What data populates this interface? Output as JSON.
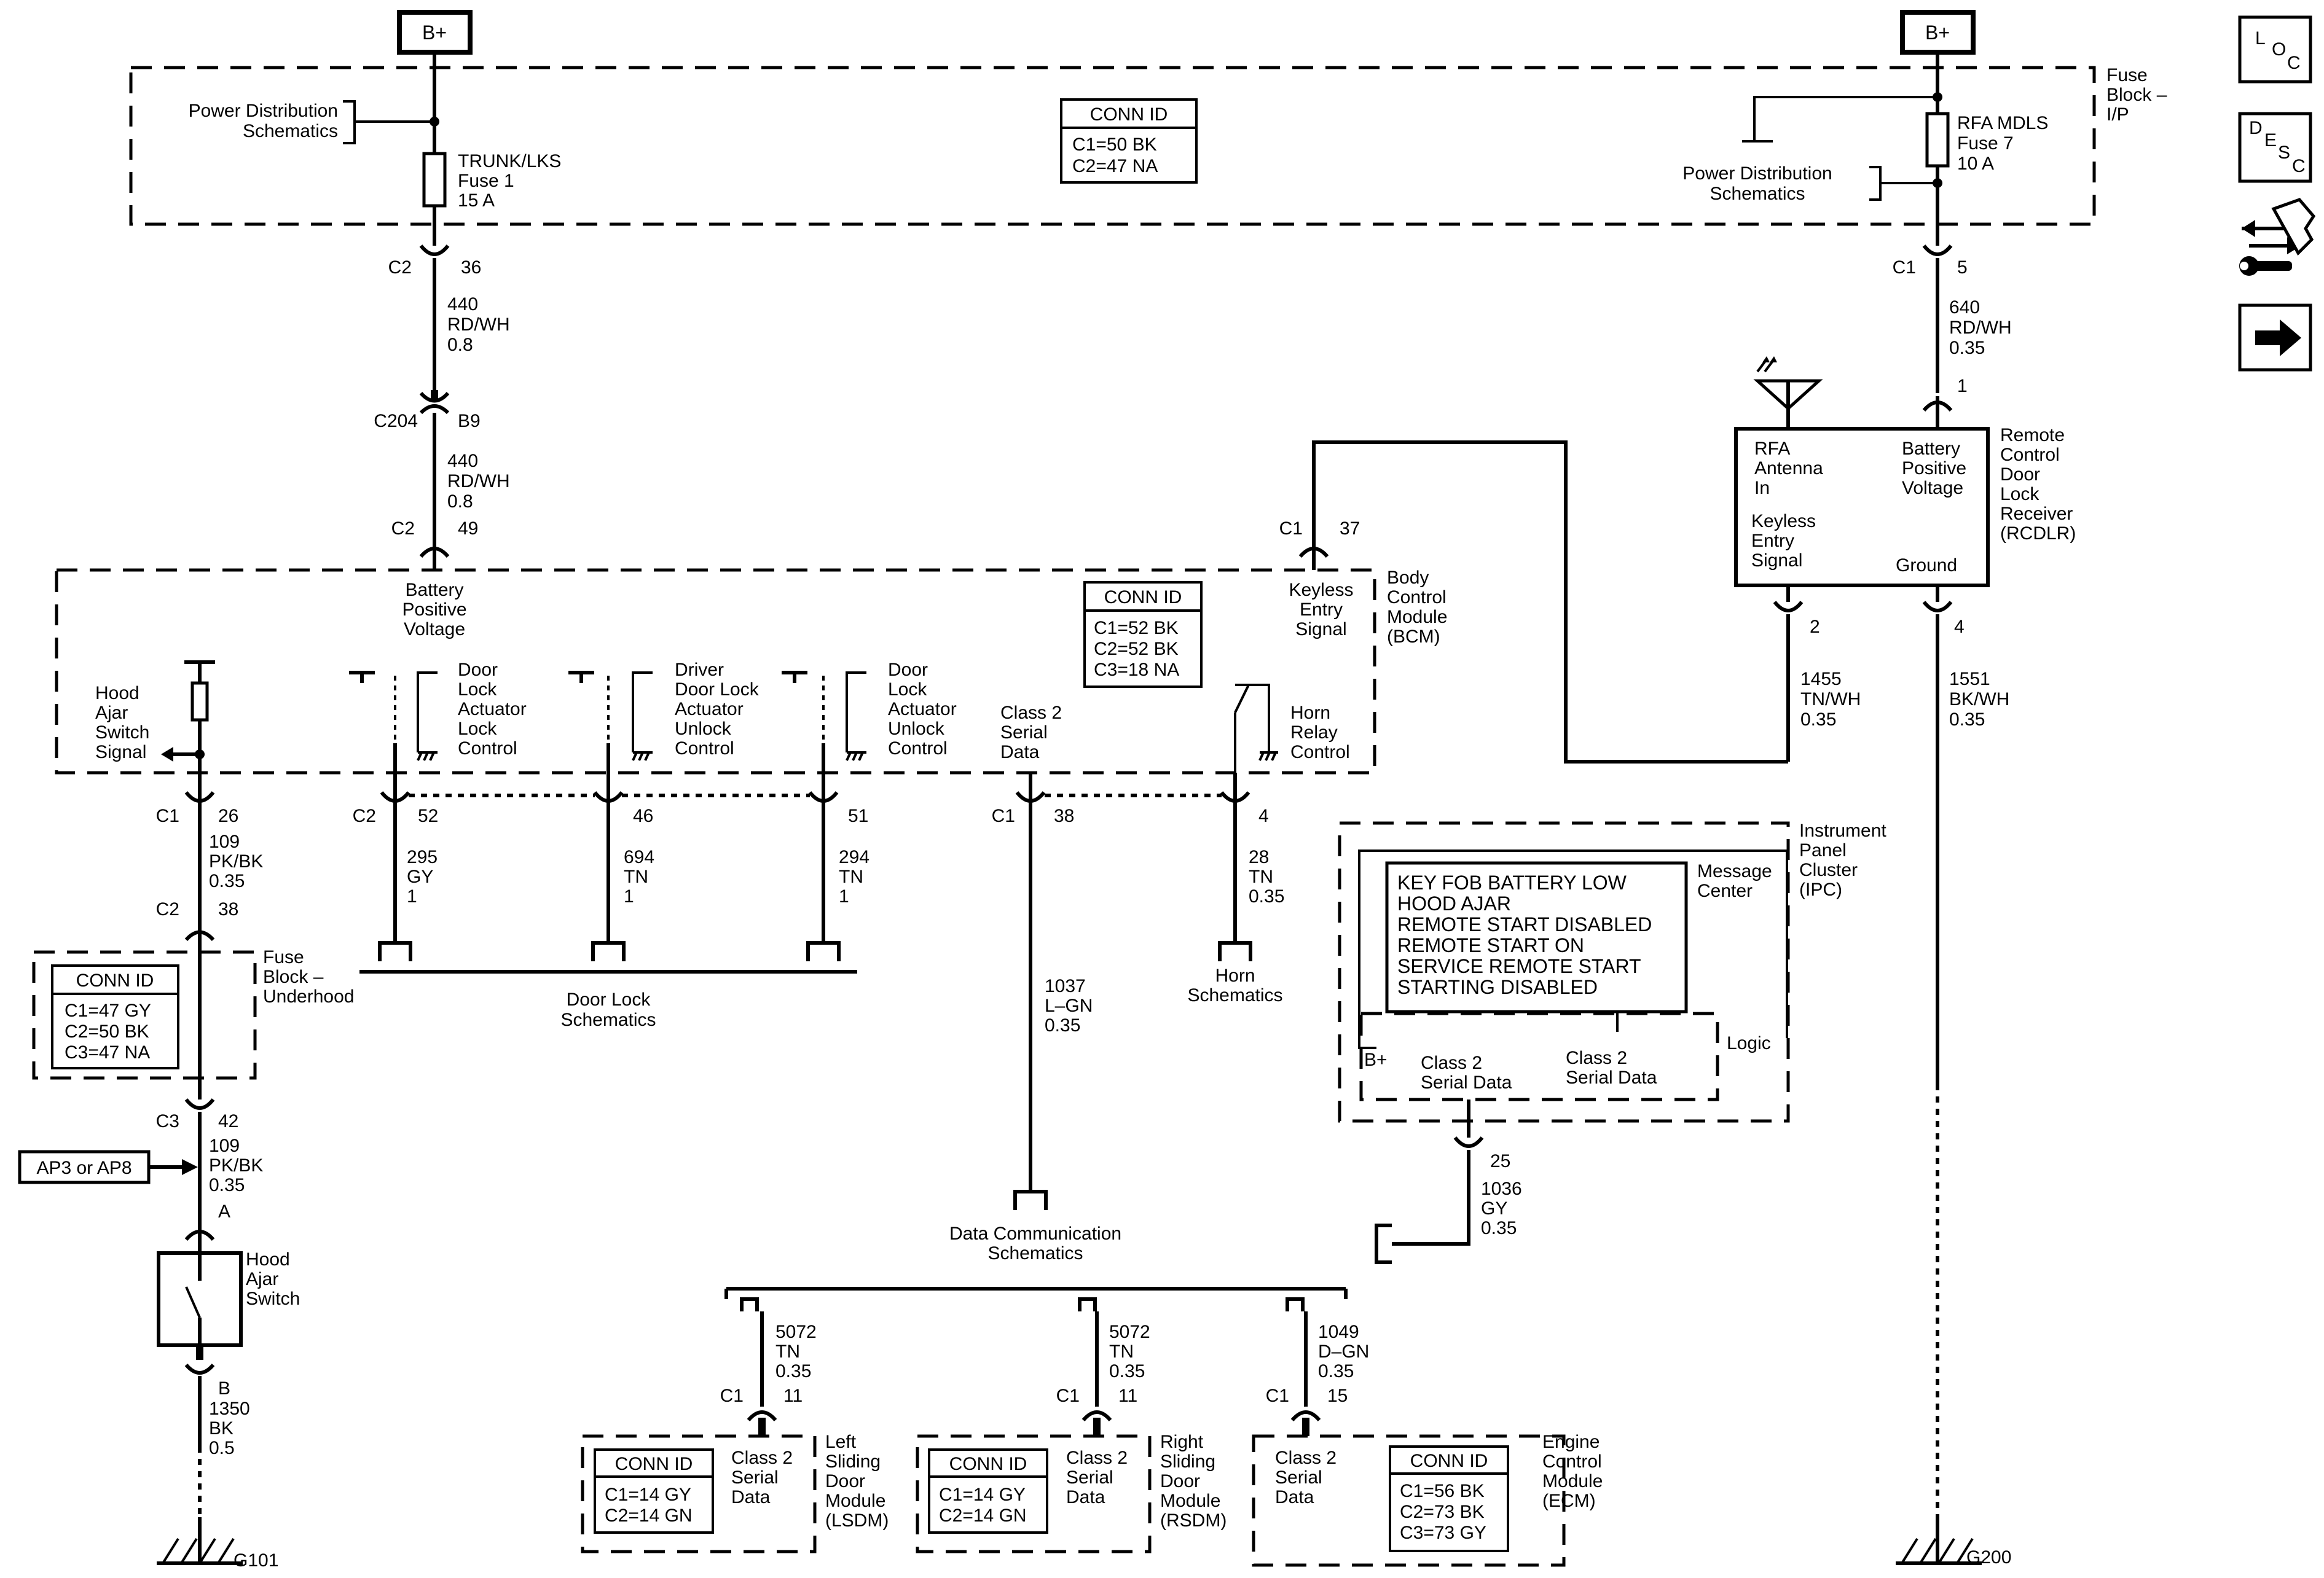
{
  "power": {
    "b_plus_left": "B+",
    "b_plus_right": "B+"
  },
  "fuse_block_ip": {
    "title": [
      "Fuse",
      "Block –",
      "I/P"
    ],
    "conn_id": {
      "title": "CONN ID",
      "rows": [
        "C1=50 BK",
        "C2=47 NA"
      ]
    },
    "power_dist_left": [
      "Power Distribution",
      "Schematics"
    ],
    "power_dist_right": [
      "Power Distribution",
      "Schematics"
    ],
    "fuse1": [
      "TRUNK/LKS",
      "Fuse 1",
      "15 A"
    ],
    "fuse7": [
      "RFA MDLS",
      "Fuse 7",
      "10 A"
    ]
  },
  "left_chain": {
    "c2_36": [
      "C2",
      "36"
    ],
    "wire_440a": [
      "440",
      "RD/WH",
      "0.8"
    ],
    "c204_b9": [
      "C204",
      "B9"
    ],
    "wire_440b": [
      "440",
      "RD/WH",
      "0.8"
    ],
    "c2_49": [
      "C2",
      "49"
    ]
  },
  "right_chain": {
    "c1_5": [
      "C1",
      "5"
    ],
    "wire_640": [
      "640",
      "RD/WH",
      "0.35"
    ],
    "pin_1": "1"
  },
  "rcdlr": {
    "title": [
      "Remote",
      "Control",
      "Door",
      "Lock",
      "Receiver",
      "(RCDLR)"
    ],
    "antenna_in": [
      "RFA",
      "Antenna",
      "In"
    ],
    "battery_positive": [
      "Battery",
      "Positive",
      "Voltage"
    ],
    "keyless_entry": [
      "Keyless",
      "Entry",
      "Signal"
    ],
    "ground": "Ground",
    "pin_2": "2",
    "pin_4": "4",
    "wire_1455": [
      "1455",
      "TN/WH",
      "0.35"
    ],
    "wire_1551": [
      "1551",
      "BK/WH",
      "0.35"
    ],
    "g200": "G200"
  },
  "bcm": {
    "title": [
      "Body",
      "Control",
      "Module",
      "(BCM)"
    ],
    "conn_id": {
      "title": "CONN ID",
      "rows": [
        "C1=52 BK",
        "C2=52 BK",
        "C3=18 NA"
      ]
    },
    "battery_positive": [
      "Battery",
      "Positive",
      "Voltage"
    ],
    "keyless_entry": [
      "Keyless",
      "Entry",
      "Signal"
    ],
    "c1_37": [
      "C1",
      "37"
    ],
    "hood_ajar_signal": [
      "Hood",
      "Ajar",
      "Switch",
      "Signal"
    ],
    "door_lock_lock": [
      "Door",
      "Lock",
      "Actuator",
      "Lock",
      "Control"
    ],
    "driver_unlock": [
      "Driver",
      "Door Lock",
      "Actuator",
      "Unlock",
      "Control"
    ],
    "door_lock_unlock": [
      "Door",
      "Lock",
      "Actuator",
      "Unlock",
      "Control"
    ],
    "class2": [
      "Class 2",
      "Serial",
      "Data"
    ],
    "horn_relay": [
      "Horn",
      "Relay",
      "Control"
    ]
  },
  "bcm_pins": {
    "c1_26": [
      "C1",
      "26"
    ],
    "c2_52": [
      "C2",
      "52"
    ],
    "p46": "46",
    "p51": "51",
    "c1_38": [
      "C1",
      "38"
    ],
    "p4": "4"
  },
  "bcm_wires": {
    "w109": [
      "109",
      "PK/BK",
      "0.35"
    ],
    "w295": [
      "295",
      "GY",
      "1"
    ],
    "w694": [
      "694",
      "TN",
      "1"
    ],
    "w294": [
      "294",
      "TN",
      "1"
    ],
    "w1037": [
      "1037",
      "L–GN",
      "0.35"
    ],
    "w28": [
      "28",
      "TN",
      "0.35"
    ]
  },
  "refs": {
    "door_lock_schematics": [
      "Door Lock",
      "Schematics"
    ],
    "horn_schematics": [
      "Horn",
      "Schematics"
    ],
    "data_comm_schematics": [
      "Data Communication",
      "Schematics"
    ]
  },
  "fuse_block_underhood": {
    "title": [
      "Fuse",
      "Block –",
      "Underhood"
    ],
    "conn_id": {
      "title": "CONN ID",
      "rows": [
        "C1=47 GY",
        "C2=50 BK",
        "C3=47 NA"
      ]
    },
    "c2_38": [
      "C2",
      "38"
    ],
    "c3_42": [
      "C3",
      "42"
    ],
    "wire_109": [
      "109",
      "PK/BK",
      "0.35"
    ],
    "ap_box": "AP3 or AP8"
  },
  "hood_switch": {
    "title": [
      "Hood",
      "Ajar",
      "Switch"
    ],
    "pin_a": "A",
    "pin_b": "B",
    "wire_1350": [
      "1350",
      "BK",
      "0.5"
    ],
    "g101": "G101"
  },
  "ipc": {
    "title": [
      "Instrument",
      "Panel",
      "Cluster",
      "(IPC)"
    ],
    "message_center": [
      "Message",
      "Center"
    ],
    "messages": [
      "KEY FOB BATTERY LOW",
      "HOOD AJAR",
      "REMOTE START DISABLED",
      "REMOTE START ON",
      "SERVICE REMOTE START",
      "STARTING DISABLED"
    ],
    "logic": "Logic",
    "b_plus": "B+",
    "class2_a": [
      "Class 2",
      "Serial Data"
    ],
    "class2_b": [
      "Class 2",
      "Serial Data"
    ],
    "pin_25": "25",
    "wire_1036": [
      "1036",
      "GY",
      "0.35"
    ]
  },
  "modules": {
    "lsdm": {
      "title": [
        "Left",
        "Sliding",
        "Door",
        "Module",
        "(LSDM)"
      ],
      "conn_id": {
        "title": "CONN ID",
        "rows": [
          "C1=14 GY",
          "C2=14 GN"
        ]
      },
      "class2": [
        "Class 2",
        "Serial",
        "Data"
      ],
      "wire": [
        "5072",
        "TN",
        "0.35"
      ],
      "pin": [
        "C1",
        "11"
      ]
    },
    "rsdm": {
      "title": [
        "Right",
        "Sliding",
        "Door",
        "Module",
        "(RSDM)"
      ],
      "conn_id": {
        "title": "CONN ID",
        "rows": [
          "C1=14 GY",
          "C2=14 GN"
        ]
      },
      "class2": [
        "Class 2",
        "Serial",
        "Data"
      ],
      "wire": [
        "5072",
        "TN",
        "0.35"
      ],
      "pin": [
        "C1",
        "11"
      ]
    },
    "ecm": {
      "title": [
        "Engine",
        "Control",
        "Module",
        "(ECM)"
      ],
      "conn_id": {
        "title": "CONN ID",
        "rows": [
          "C1=56 BK",
          "C2=73 BK",
          "C3=73 GY"
        ]
      },
      "class2": [
        "Class 2",
        "Serial",
        "Data"
      ],
      "wire": [
        "1049",
        "D–GN",
        "0.35"
      ],
      "pin": [
        "C1",
        "15"
      ]
    }
  },
  "nav": {
    "loc": [
      "L",
      "O",
      "C"
    ],
    "desc": [
      "D",
      "E",
      "S",
      "C"
    ],
    "icons": [
      "connector-tool-icon",
      "next-arrow-icon"
    ]
  }
}
